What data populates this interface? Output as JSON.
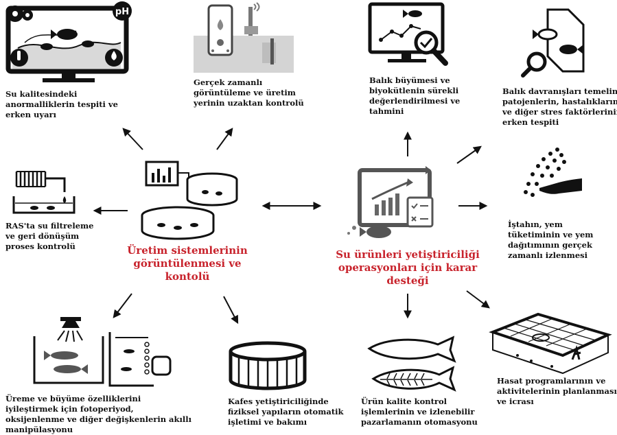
{
  "icons": {
    "monitor": "water-quality-monitor-icon",
    "phone": "remote-monitoring-phone-icon",
    "growth": "growth-analysis-monitor-icon",
    "behavior": "fish-behavior-search-icon",
    "ras": "ras-filtration-icon",
    "dashboard": "production-dashboard-icon",
    "decision": "decision-support-monitor-icon",
    "feeding": "feeding-hand-icon",
    "breeding": "breeding-photoperiod-icon",
    "cage": "fish-cage-icon",
    "fillet": "fish-fillet-icon",
    "harvest": "net-pen-harvest-icon"
  },
  "center_left": {
    "lines": [
      "Üretim sistemlerinin",
      "görüntülenmesi ve",
      "kontolü"
    ]
  },
  "center_right": {
    "lines": [
      "Su ürünleri yetiştiriciliği",
      "operasyonları için karar",
      "desteği"
    ]
  },
  "labels": {
    "water_quality": [
      "Su kalitesindeki",
      "anormalliklerin tespiti ve",
      "erken uyarı"
    ],
    "realtime": [
      "Gerçek zamanlı",
      "görüntüleme ve üretim",
      "yerinin uzaktan kontrolü"
    ],
    "growth": [
      "Balık büyümesi ve",
      "biyokütlenin sürekli",
      "değerlendirilmesi ve",
      "tahmini"
    ],
    "behavior": [
      "Balık davranışları temelinde",
      "patojenlerin, hastalıkların",
      "ve diğer stres faktörlerinin",
      "erken tespiti"
    ],
    "ras": [
      "RAS'ta su filtreleme",
      "ve geri dönüşüm",
      "proses kontrolü"
    ],
    "feeding": [
      "İştahın, yem",
      "tüketiminin ve yem",
      "dağıtımının gerçek",
      "zamanlı izlenmesi"
    ],
    "breeding": [
      "Üreme ve büyüme özelliklerini",
      "iyileştirmek için fotoperiyod,",
      "oksijenlenme ve diğer değişkenlerin akıllı",
      "manipülasyonu"
    ],
    "cage": [
      "Kafes yetiştiriciliğinde",
      "fiziksel yapıların otomatik",
      "işletimi ve bakımı"
    ],
    "quality": [
      "Ürün kalite kontrol",
      "işlemlerinin ve izlenebilir",
      "pazarlamanın otomasyonu"
    ],
    "harvest": [
      "Hasat programlarının ve",
      "aktivitelerinin planlanması",
      "ve icrası"
    ]
  },
  "monitor_badges": {
    "ph": "pH"
  }
}
